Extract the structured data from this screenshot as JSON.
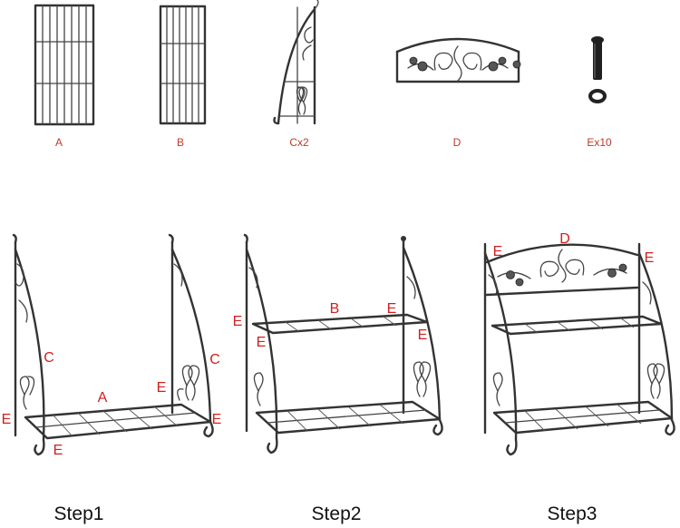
{
  "parts": [
    {
      "id": "A",
      "label": "A"
    },
    {
      "id": "B",
      "label": "B"
    },
    {
      "id": "C",
      "label": "Cx2"
    },
    {
      "id": "D",
      "label": "D"
    },
    {
      "id": "E",
      "label": "Ex10"
    }
  ],
  "steps": [
    {
      "label": "Step1",
      "callouts": [
        "C",
        "A",
        "E",
        "C",
        "E",
        "E",
        "E"
      ]
    },
    {
      "label": "Step2",
      "callouts": [
        "B",
        "E",
        "E",
        "E",
        "E"
      ]
    },
    {
      "label": "Step3",
      "callouts": [
        "D",
        "E",
        "E"
      ]
    }
  ]
}
